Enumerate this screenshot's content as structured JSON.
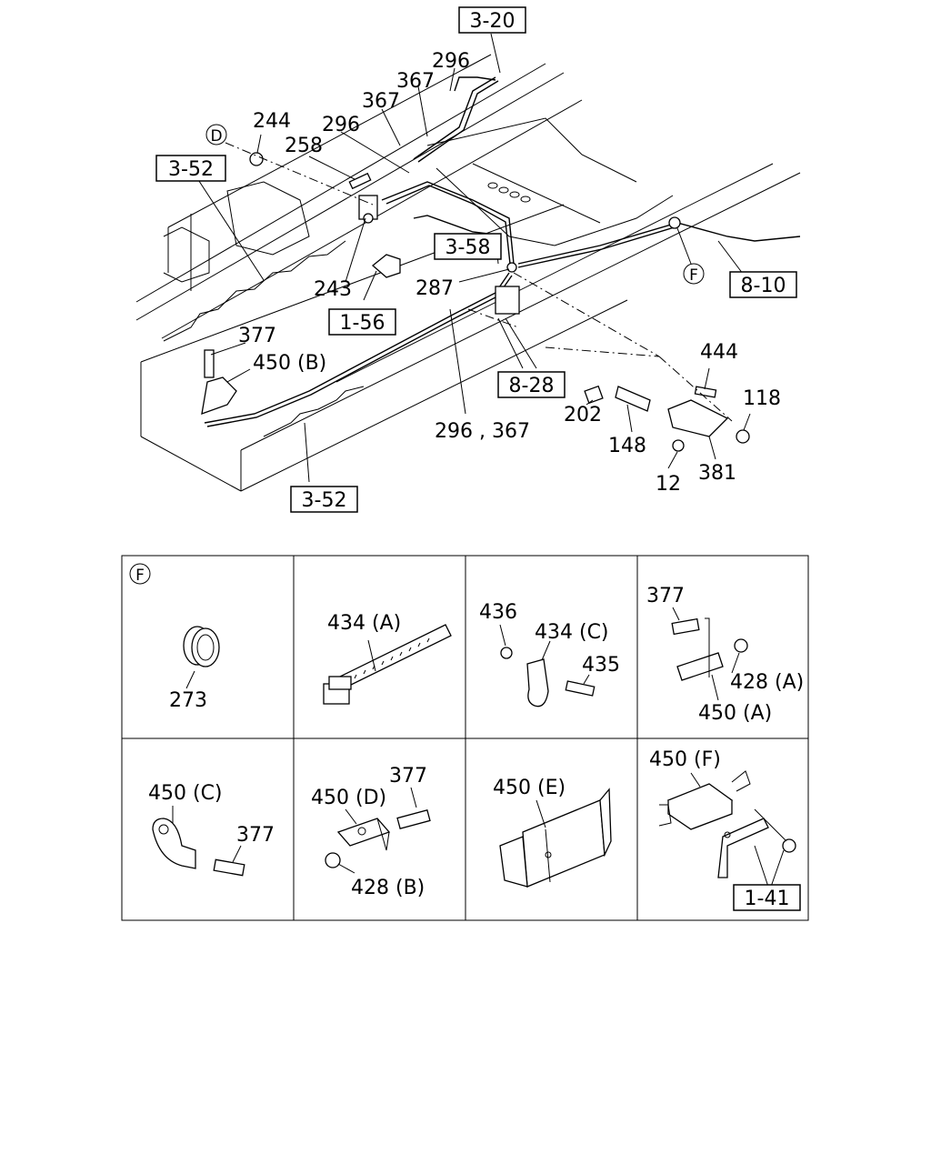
{
  "main_callouts": {
    "p296a": "296",
    "p367a": "367",
    "p367b": "367",
    "p296b": "296",
    "p244": "244",
    "p258": "258",
    "p243": "243",
    "p287": "287",
    "p377": "377",
    "p450b": "450 (B)",
    "p296_367": "296 , 367",
    "p202": "202",
    "p148": "148",
    "p444": "444",
    "p118": "118",
    "p12": "12",
    "p381": "381",
    "circle_d": "D",
    "circle_f": "F"
  },
  "ref_boxes": {
    "r3_20": "3-20",
    "r3_52a": "3-52",
    "r3_58": "3-58",
    "r1_56": "1-56",
    "r8_10": "8-10",
    "r8_28": "8-28",
    "r3_52b": "3-52",
    "r1_41": "1-41"
  },
  "detail_grid": {
    "cell1": {
      "marker": "F",
      "labels": [
        "273"
      ]
    },
    "cell2": {
      "labels": [
        "434 (A)"
      ]
    },
    "cell3": {
      "labels": [
        "436",
        "434 (C)",
        "435"
      ]
    },
    "cell4": {
      "labels": [
        "377",
        "428 (A)",
        "450 (A)"
      ]
    },
    "cell5": {
      "labels": [
        "450 (C)",
        "377"
      ]
    },
    "cell6": {
      "labels": [
        "377",
        "450 (D)",
        "428 (B)"
      ]
    },
    "cell7": {
      "labels": [
        "450 (E)"
      ]
    },
    "cell8": {
      "labels": [
        "450 (F)"
      ]
    }
  }
}
